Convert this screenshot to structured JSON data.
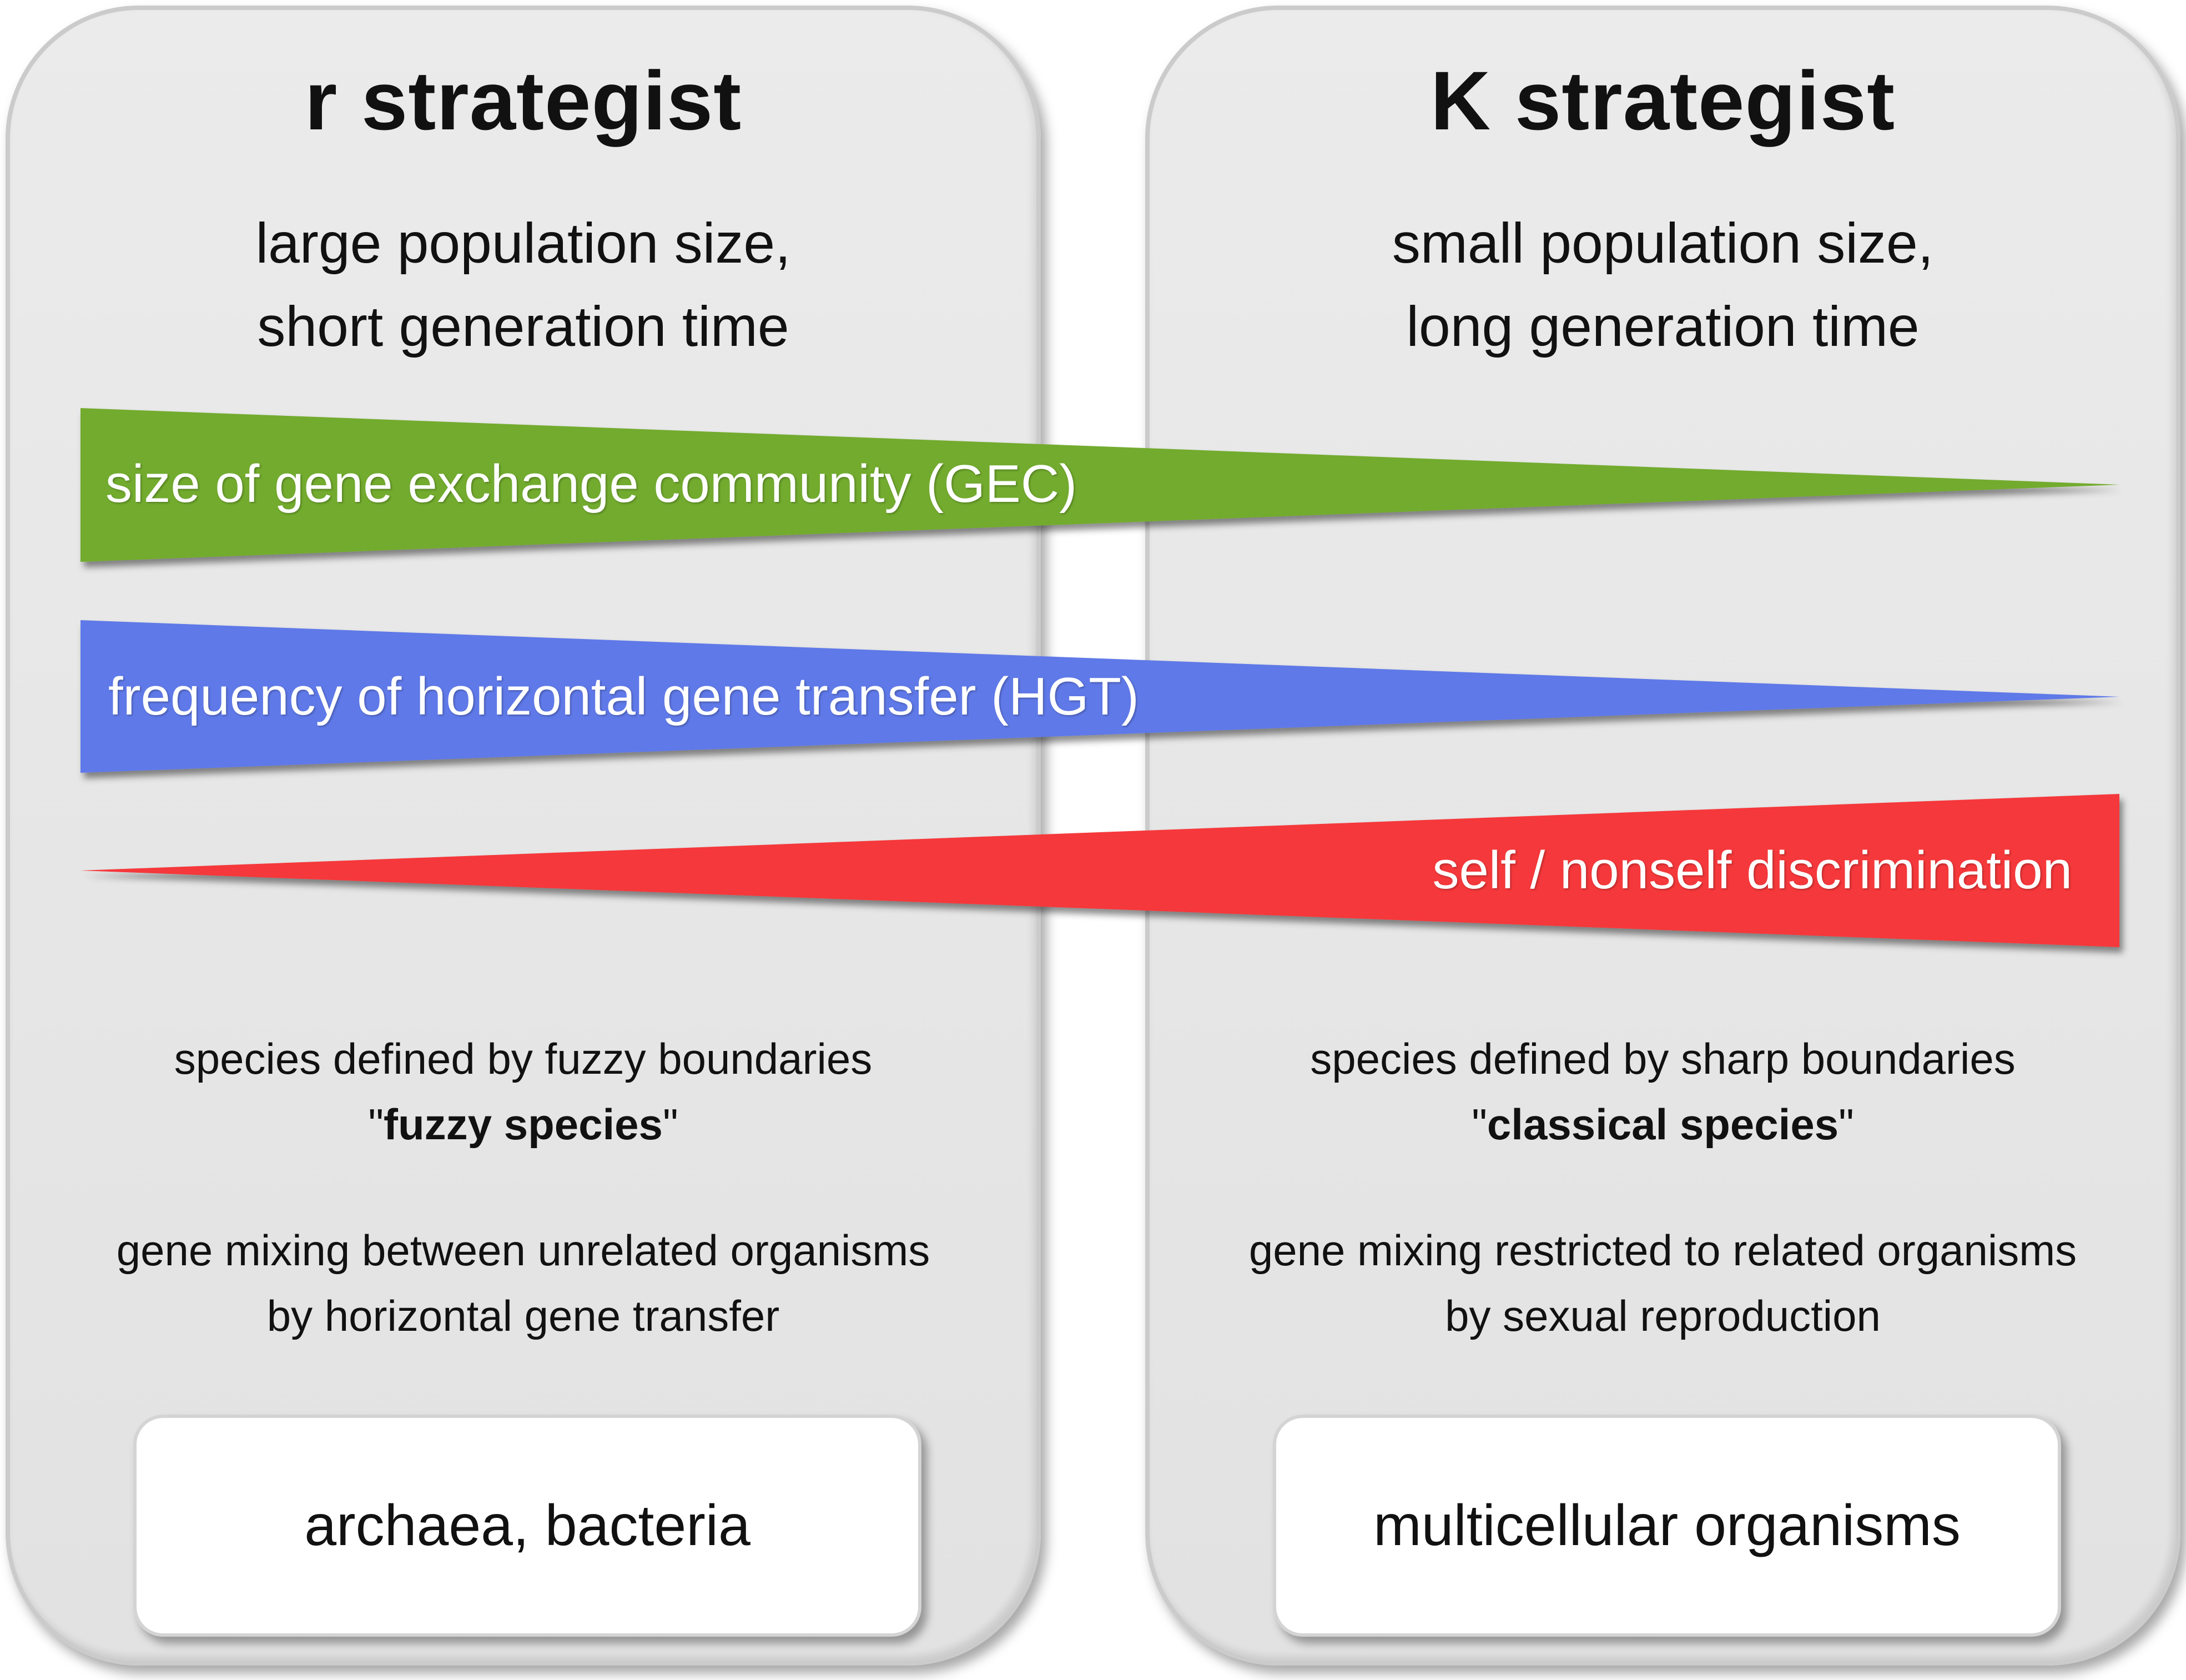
{
  "colors": {
    "gec": "#72ab2e",
    "hgt": "#5f79e8",
    "self": "#f5373a"
  },
  "left": {
    "title": "r strategist",
    "subtitle": [
      "large population size,",
      "short generation time"
    ],
    "species": {
      "line1": "species defined by fuzzy boundaries",
      "quote_open": "\"",
      "quote_bold": "fuzzy species",
      "quote_close": "\""
    },
    "mixing": [
      "gene mixing between unrelated organisms",
      "by horizontal gene transfer"
    ],
    "organisms": "archaea, bacteria"
  },
  "right": {
    "title": "K strategist",
    "subtitle": [
      "small population size,",
      "long generation time"
    ],
    "species": {
      "line1": "species defined by sharp boundaries",
      "quote_open": "\"",
      "quote_bold": "classical species",
      "quote_close": "\""
    },
    "mixing": [
      "gene mixing restricted to related organisms",
      "by sexual reproduction"
    ],
    "organisms": "multicellular organisms"
  },
  "wedges": {
    "gec": "size of gene exchange community (GEC)",
    "hgt": "frequency of horizontal gene transfer (HGT)",
    "self": "self / nonself discrimination"
  }
}
